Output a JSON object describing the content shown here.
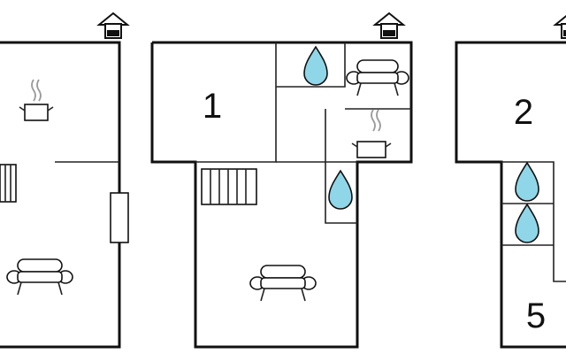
{
  "floorplan": {
    "rooms": [
      {
        "number": "1"
      },
      {
        "number": "2"
      },
      {
        "number": "5"
      }
    ],
    "icons": {
      "house": "house-icon",
      "bathroom": "water-drop-icon",
      "kitchen": "cooking-pot-icon",
      "living": "sofa-icon",
      "stairs": "stairs-icon",
      "radiator": "radiator-icon"
    },
    "colors": {
      "water": "#8fd6e8",
      "walls": "#111111",
      "background": "#ffffff"
    }
  }
}
